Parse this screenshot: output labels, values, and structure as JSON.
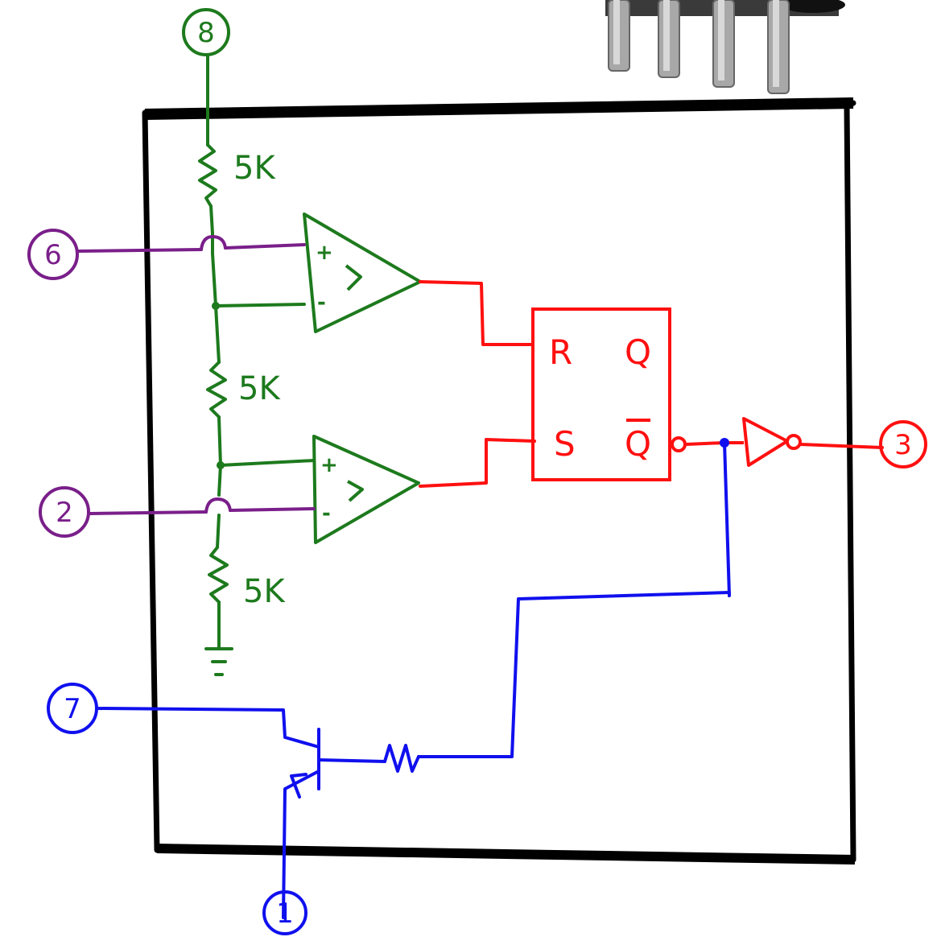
{
  "colors": {
    "outline": "#000000",
    "divider": "#1d7a1d",
    "threshold": "#7a1f8a",
    "flipflop": "#ff1010",
    "discharge": "#1010ee"
  },
  "pins": {
    "vcc": "8",
    "threshold": "6",
    "trigger": "2",
    "output": "3",
    "discharge": "7",
    "ground": "1"
  },
  "resistors": {
    "top": "5K",
    "middle": "5K",
    "bottom": "5K"
  },
  "comparators": {
    "upper": {
      "plus": "+",
      "minus": "-"
    },
    "lower": {
      "plus": "+",
      "minus": "-"
    }
  },
  "flipflop": {
    "r": "R",
    "q": "Q",
    "s": "S",
    "qbar": "Q"
  },
  "icons": {
    "chip_legs": "ic-pins-photo-icon",
    "ground": "ground-symbol-icon",
    "inverter": "inverter-icon",
    "transistor": "npn-transistor-icon"
  }
}
